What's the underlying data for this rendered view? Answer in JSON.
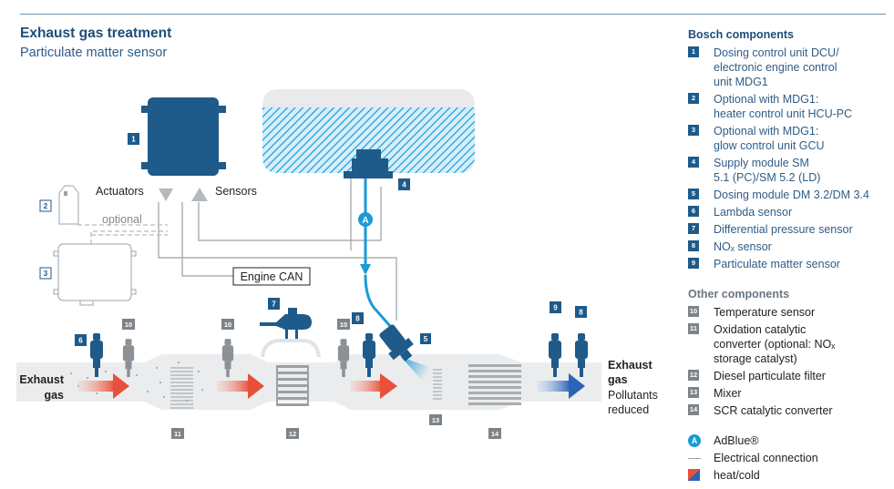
{
  "header": {
    "title": "Exhaust gas treatment",
    "subtitle": "Particulate matter sensor"
  },
  "diagram": {
    "labels": {
      "actuators": "Actuators",
      "sensors": "Sensors",
      "optional": "optional",
      "engine_can": "Engine CAN",
      "exhaust_in_line1": "Exhaust",
      "exhaust_in_line2": "gas",
      "exhaust_out_line1": "Exhaust",
      "exhaust_out_line2": "gas",
      "pollutants_line1": "Pollutants",
      "pollutants_line2": "reduced",
      "adblue_marker": "A"
    },
    "badges": {
      "b1": "1",
      "b2": "2",
      "b3": "3",
      "b4": "4",
      "b5": "5",
      "b6": "6",
      "b7": "7",
      "b8a": "8",
      "b8b": "8",
      "b9": "9",
      "b10a": "10",
      "b10b": "10",
      "b10c": "10",
      "b11": "11",
      "b12": "12",
      "b13": "13",
      "b14": "14"
    }
  },
  "legend": {
    "bosch_heading": "Bosch components",
    "bosch": [
      {
        "num": "1",
        "lines": [
          "Dosing control unit DCU/",
          "electronic engine control",
          "unit MDG1"
        ]
      },
      {
        "num": "2",
        "lines": [
          "Optional with MDG1:",
          "heater control unit HCU-PC"
        ]
      },
      {
        "num": "3",
        "lines": [
          "Optional with MDG1:",
          "glow control unit GCU"
        ]
      },
      {
        "num": "4",
        "lines": [
          "Supply module SM",
          "5.1 (PC)/SM 5.2 (LD)"
        ]
      },
      {
        "num": "5",
        "lines": [
          "Dosing module DM 3.2/DM 3.4"
        ]
      },
      {
        "num": "6",
        "lines": [
          "Lambda sensor"
        ]
      },
      {
        "num": "7",
        "lines": [
          "Differential pressure sensor"
        ]
      },
      {
        "num": "8",
        "lines": [
          "NOₓ sensor"
        ]
      },
      {
        "num": "9",
        "lines": [
          "Particulate matter sensor"
        ]
      }
    ],
    "other_heading": "Other components",
    "other": [
      {
        "num": "10",
        "lines": [
          "Temperature sensor"
        ]
      },
      {
        "num": "11",
        "lines": [
          "Oxidation catalytic",
          "converter (optional: NOₓ",
          "storage catalyst)"
        ]
      },
      {
        "num": "12",
        "lines": [
          "Diesel particulate filter"
        ]
      },
      {
        "num": "13",
        "lines": [
          "Mixer"
        ]
      },
      {
        "num": "14",
        "lines": [
          "SCR catalytic converter"
        ]
      }
    ],
    "symbols": {
      "adblue_marker": "A",
      "adblue": "AdBlue®",
      "electrical": "Electrical connection",
      "heat": "heat/cold"
    }
  },
  "colors": {
    "navy": "#1e5a8a",
    "cyan": "#1a9bd7",
    "gray": "#7d8388",
    "title": "#1d4e79"
  }
}
